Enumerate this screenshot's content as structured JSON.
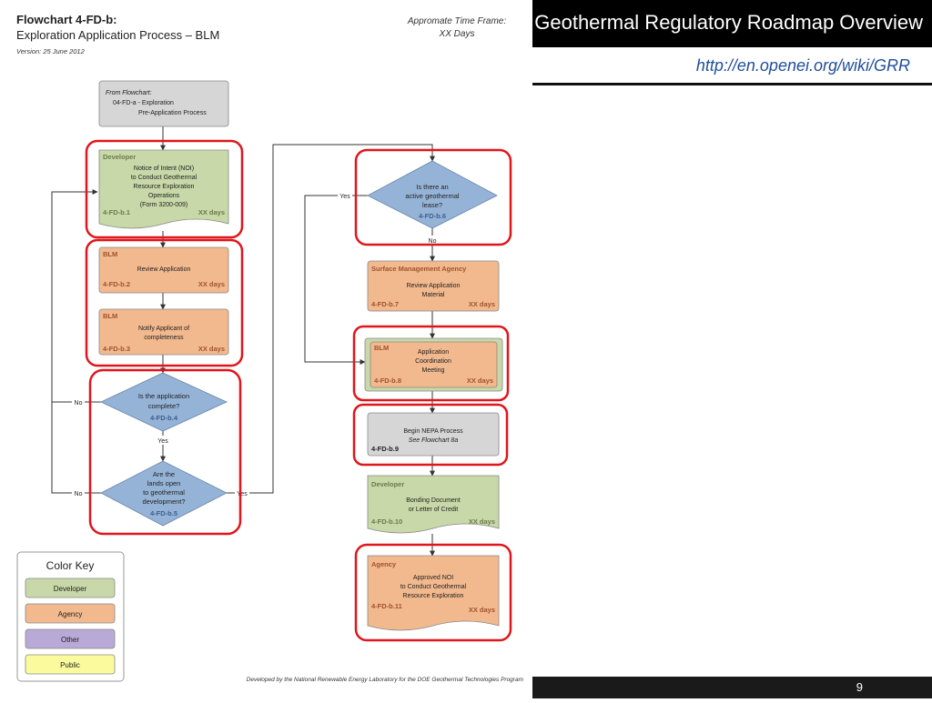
{
  "slide": {
    "title": "Geothermal Regulatory Roadmap Overview",
    "url": "http://en.openei.org/wiki/GRR",
    "page_number": "9"
  },
  "flowchart": {
    "title": "Flowchart 4-FD-b:",
    "subtitle": "Exploration Application Process – BLM",
    "version": "Version: 25 June 2012",
    "timeframe_label": "Appromate Time Frame:",
    "timeframe_value": "XX Days",
    "credit": "Developed by the National Renewable Energy Laboratory for the DOE Geothermal Technologies Program",
    "colors": {
      "developer": "#c8d8a8",
      "agency": "#f2b98e",
      "other": "#b9a9d6",
      "public": "#fbfb9e",
      "grey": "#d6d6d6",
      "decision": "#95b3d7",
      "highlight": "#e0161c"
    },
    "from_box": {
      "line1": "From Flowchart:",
      "line2": "04-FD-a - Exploration",
      "line3": "Pre-Application Process"
    },
    "step1": {
      "org": "Developer",
      "lines": [
        "Notice of Intent (NOI)",
        "to Conduct Geothermal",
        "Resource Exploration",
        "Operations",
        "(Form 3200-009)"
      ],
      "id": "4-FD-b.1",
      "days": "XX days"
    },
    "step2": {
      "org": "BLM",
      "lines": [
        "Review Application"
      ],
      "id": "4-FD-b.2",
      "days": "XX days"
    },
    "step3": {
      "org": "BLM",
      "lines": [
        "Notify Applicant of",
        "completeness"
      ],
      "id": "4-FD-b.3",
      "days": "XX days"
    },
    "step4": {
      "lines": [
        "Is the application",
        "complete?"
      ],
      "id": "4-FD-b.4"
    },
    "step5": {
      "lines": [
        "Are the",
        "lands open",
        "to geothermal",
        "development?"
      ],
      "id": "4-FD-b.5"
    },
    "step6": {
      "lines": [
        "Is there an",
        "active geothermal",
        "lease?"
      ],
      "id": "4-FD-b.6"
    },
    "step7": {
      "org": "Surface Management Agency",
      "lines": [
        "Review Application",
        "Material"
      ],
      "id": "4-FD-b.7",
      "days": "XX days"
    },
    "step8": {
      "org": "BLM",
      "lines": [
        "Application",
        "Coordination",
        "Meeting"
      ],
      "id": "4-FD-b.8",
      "days": "XX days"
    },
    "step9": {
      "lines": [
        "Begin NEPA Process",
        "See Flowchart 8a"
      ],
      "id": "4-FD-b.9"
    },
    "step10": {
      "org": "Developer",
      "lines": [
        "Bonding Document",
        "or Letter of Credit"
      ],
      "id": "4-FD-b.10",
      "days": "XX days"
    },
    "step11": {
      "org": "Agency",
      "lines": [
        "Approved NOI",
        "to Conduct Geothermal",
        "Resource Exploration"
      ],
      "id": "4-FD-b.11",
      "days": "XX days"
    },
    "labels": {
      "yes": "Yes",
      "no": "No"
    },
    "color_key": {
      "title": "Color Key",
      "items": [
        "Developer",
        "Agency",
        "Other",
        "Public"
      ]
    }
  }
}
